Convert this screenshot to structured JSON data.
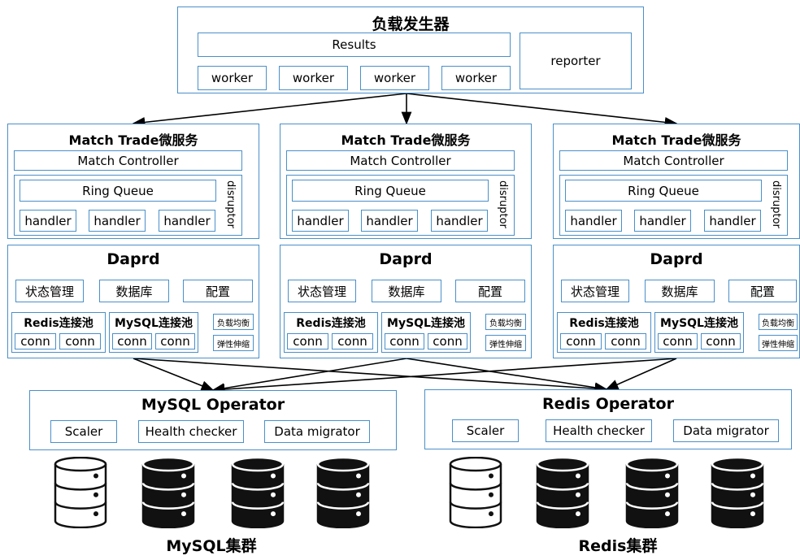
{
  "load_generator": {
    "title": "负载发生器",
    "results": "Results",
    "reporter": "reporter",
    "workers": [
      "worker",
      "worker",
      "worker",
      "worker"
    ]
  },
  "services": [
    {
      "title": "Match Trade微服务",
      "controller": "Match Controller",
      "ring_queue": "Ring Queue",
      "disruptor": "disruptor",
      "handlers": [
        "handler",
        "handler",
        "handler"
      ],
      "daprd": {
        "title": "Daprd",
        "modules": [
          "状态管理",
          "数据库",
          "配置"
        ],
        "redis_pool": "Redis连接池",
        "mysql_pool": "MySQL连接池",
        "conn": "conn",
        "load_balance": "负载均衡",
        "elastic": "弹性伸缩"
      }
    },
    {
      "title": "Match Trade微服务",
      "controller": "Match Controller",
      "ring_queue": "Ring Queue",
      "disruptor": "disruptor",
      "handlers": [
        "handler",
        "handler",
        "handler"
      ],
      "daprd": {
        "title": "Daprd",
        "modules": [
          "状态管理",
          "数据库",
          "配置"
        ],
        "redis_pool": "Redis连接池",
        "mysql_pool": "MySQL连接池",
        "conn": "conn",
        "load_balance": "负载均衡",
        "elastic": "弹性伸缩"
      }
    },
    {
      "title": "Match Trade微服务",
      "controller": "Match Controller",
      "ring_queue": "Ring Queue",
      "disruptor": "disruptor",
      "handlers": [
        "handler",
        "handler",
        "handler"
      ],
      "daprd": {
        "title": "Daprd",
        "modules": [
          "状态管理",
          "数据库",
          "配置"
        ],
        "redis_pool": "Redis连接池",
        "mysql_pool": "MySQL连接池",
        "conn": "conn",
        "load_balance": "负载均衡",
        "elastic": "弹性伸缩"
      }
    }
  ],
  "operators": [
    {
      "title": "MySQL Operator",
      "items": [
        "Scaler",
        "Health checker",
        "Data migrator"
      ]
    },
    {
      "title": "Redis Operator",
      "items": [
        "Scaler",
        "Health checker",
        "Data migrator"
      ]
    }
  ],
  "clusters": [
    {
      "label": "MySQL集群",
      "nodes": [
        {
          "style": "light"
        },
        {
          "style": "dark"
        },
        {
          "style": "dark"
        },
        {
          "style": "dark"
        }
      ]
    },
    {
      "label": "Redis集群",
      "nodes": [
        {
          "style": "light"
        },
        {
          "style": "dark"
        },
        {
          "style": "dark"
        },
        {
          "style": "dark"
        }
      ]
    }
  ],
  "colors": {
    "border": "#4a90c8",
    "line": "#000000",
    "db_dark": "#111111",
    "db_light": "#ffffff"
  }
}
